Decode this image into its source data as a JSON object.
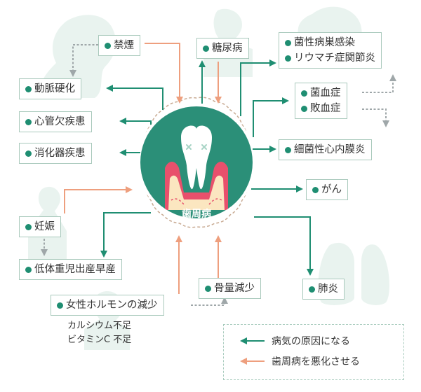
{
  "center": {
    "label": "歯周病"
  },
  "nodes": {
    "smoking": "禁煙",
    "diabetes": "糖尿病",
    "bacterial_disease": "菌性病巣感染",
    "rheumatism": "リウマチ症関節炎",
    "bacteremia": "菌血症",
    "sepsis": "敗血症",
    "endocarditis": "細菌性心内膜炎",
    "cancer": "がん",
    "pneumonia": "肺炎",
    "bone_loss": "骨量減少",
    "female_hormone": "女性ホルモンの減少",
    "arteriosclerosis": "動脈硬化",
    "heart_disease": "心管欠疾患",
    "digestive_disease": "消化器疾患",
    "pregnancy": "妊娠",
    "low_birth_weight": "低体重児出産早産"
  },
  "notes": [
    "カルシウム不足",
    "ビタミンC 不足"
  ],
  "legend": {
    "cause": "病気の原因になる",
    "worsen": "歯周病を悪化させる"
  },
  "colors": {
    "green_arrow": "#1f8e72",
    "orange_arrow": "#ee9f7e",
    "gray_arrow": "#9fa7a9",
    "circle_fill": "#2b8f78",
    "gum": "#e8506c",
    "bone": "#fbe6c0",
    "node_border": "#a9c9bc",
    "silhouette": "#e9f3ef"
  }
}
